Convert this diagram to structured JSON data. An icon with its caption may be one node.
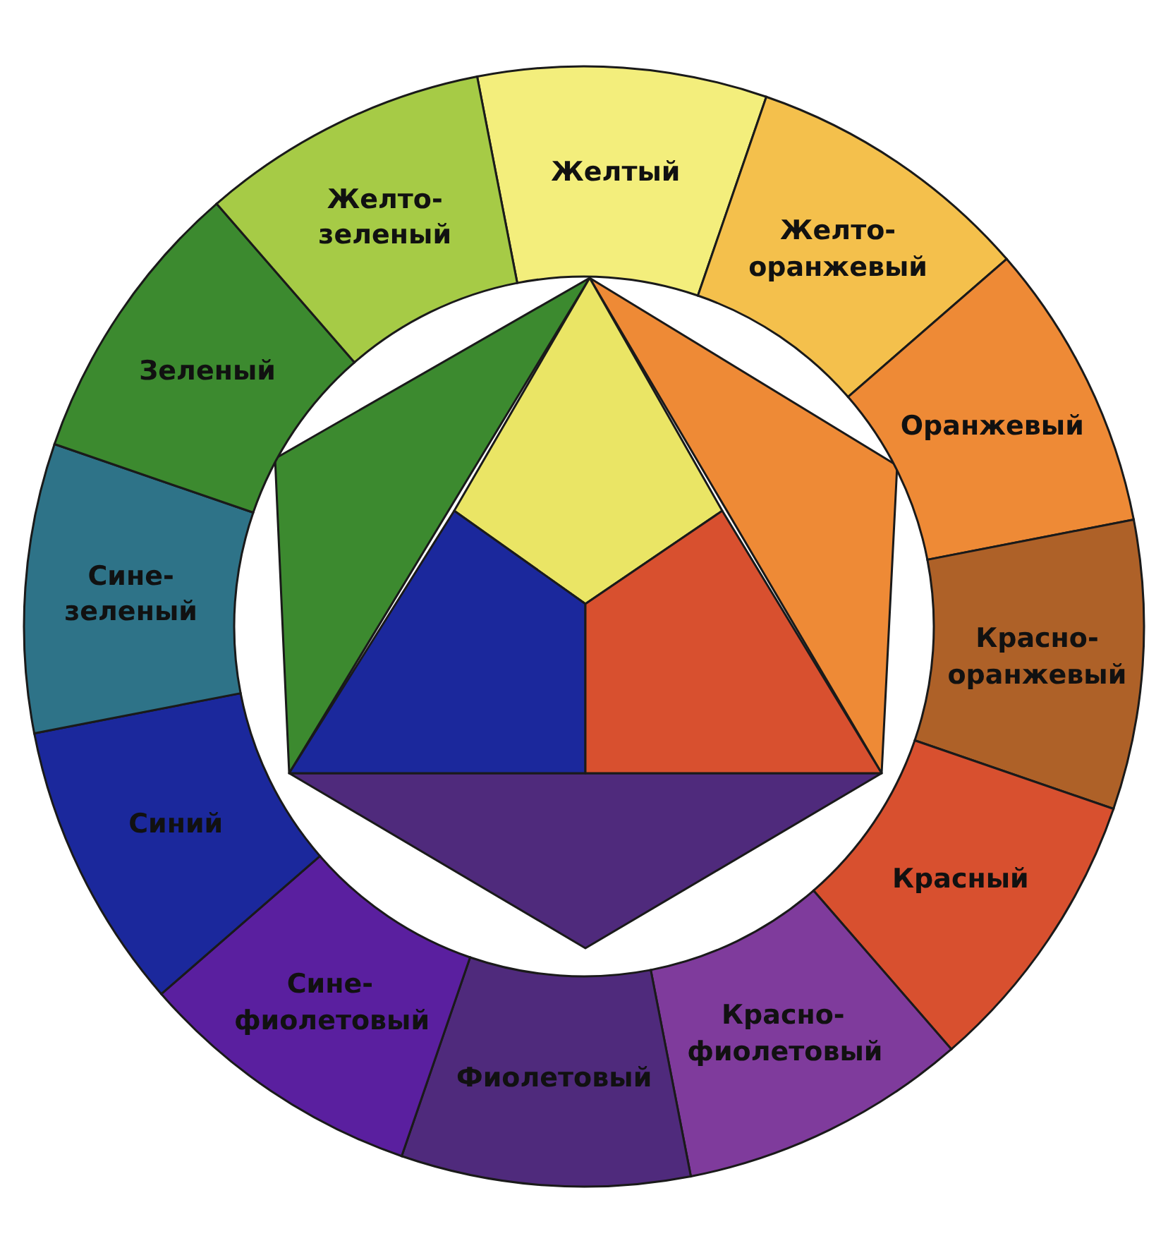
{
  "diagram": {
    "nodes": [
      {
        "text": [
          "Желтый"
        ]
      },
      {
        "text": [
          "Желто-оранжевый"
        ]
      },
      {
        "text": [
          "Оранжевый"
        ]
      },
      {
        "text": [
          "Красно-оранжевый"
        ]
      },
      {
        "text": [
          "Красный"
        ]
      },
      {
        "text": [
          "Красно-фиолетовый"
        ]
      },
      {
        "text": [
          "Фиолетовый"
        ]
      },
      {
        "text": [
          "Сине-фиолетовый"
        ]
      },
      {
        "text": [
          "Синий"
        ]
      },
      {
        "text": [
          "Сине-зеленый"
        ]
      },
      {
        "text": [
          "Зеленый"
        ]
      },
      {
        "text": [
          "Желто-зеленый"
        ]
      }
    ]
  }
}
